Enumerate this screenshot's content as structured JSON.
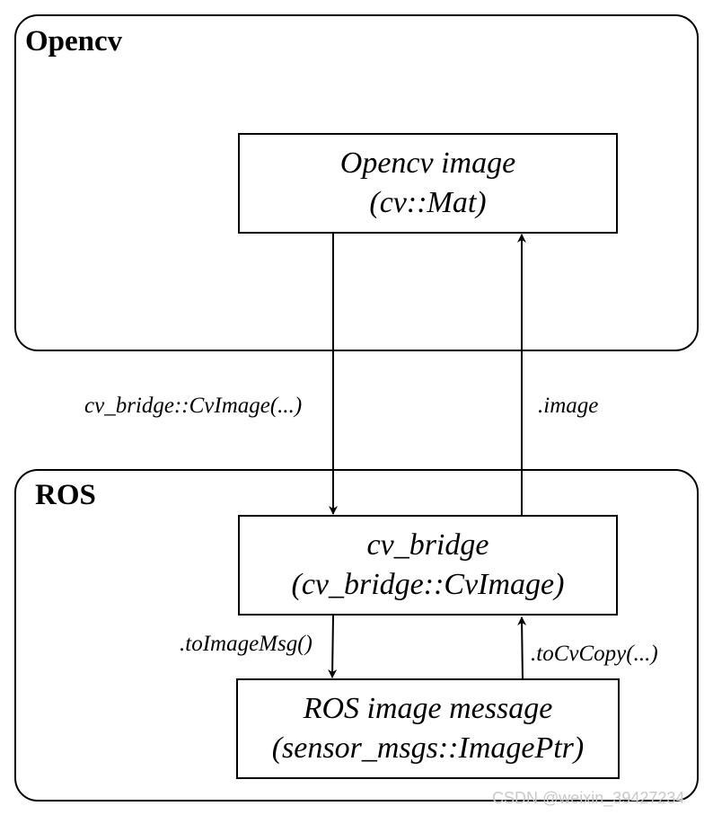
{
  "regions": {
    "opencv": {
      "title": "Opencv"
    },
    "ros": {
      "title": "ROS"
    }
  },
  "nodes": {
    "opencv_image": {
      "line1": "Opencv image",
      "line2": "(cv::Mat)"
    },
    "cv_bridge": {
      "line1": "cv_bridge",
      "line2": "(cv_bridge::CvImage)"
    },
    "ros_image_message": {
      "line1": "ROS image message",
      "line2": "(sensor_msgs::ImagePtr)"
    }
  },
  "edges": {
    "mat_to_cvimage": {
      "label": "cv_bridge::CvImage(...)"
    },
    "cvimage_to_mat": {
      "label": ".image"
    },
    "cvimage_to_msg": {
      "label": ".toImageMsg()"
    },
    "msg_to_cvimage": {
      "label": ".toCvCopy(...)"
    }
  },
  "watermark": {
    "text": "CSDN @weixin_39427234"
  }
}
